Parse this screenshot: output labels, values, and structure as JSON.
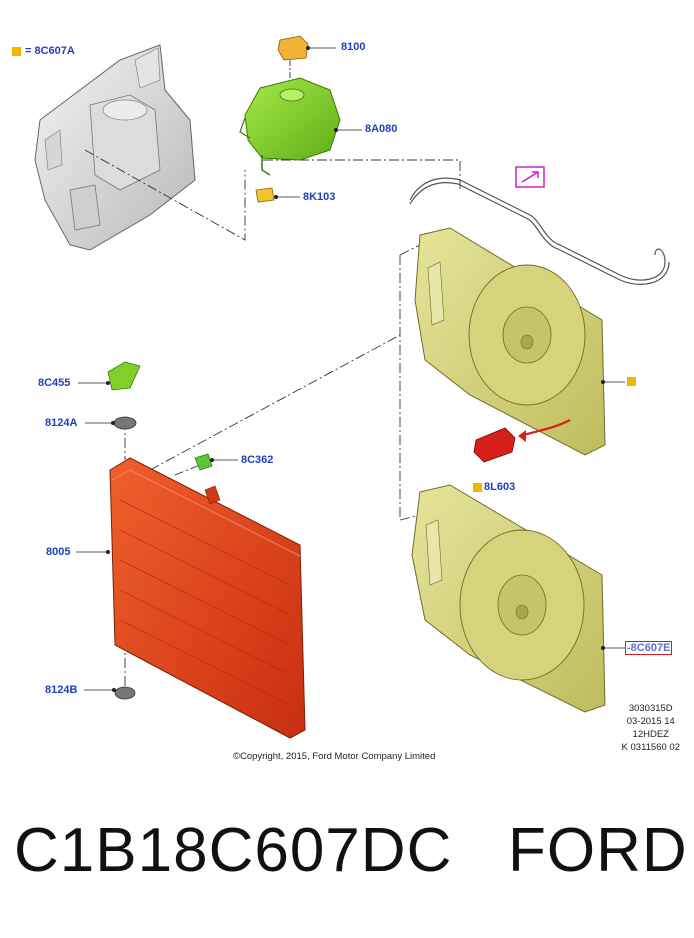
{
  "legend": {
    "symbol_color": "#f5b400",
    "text": "= 8C607A"
  },
  "parts": {
    "p8100": "8100",
    "p8A080": "8A080",
    "p8K103": "8K103",
    "p8C455": "8C455",
    "p8124A": "8124A",
    "p8C362": "8C362",
    "p8005": "8005",
    "p8124B": "8124B",
    "p8L603": "8L603",
    "p8C607E": "-8C607E"
  },
  "copyright": "©Copyright, 2015, Ford Motor Company Limited",
  "info": [
    "3030315D",
    "03-2015 14",
    "12HDEZ",
    "K 0311560 02"
  ],
  "caption": {
    "part_number": "C1B18C607DC",
    "brand": "FORD"
  },
  "colors": {
    "label": "#1f3fbf",
    "radiator": "#e0401c",
    "tank": "#7fd02a",
    "shroud": "#d8d67a",
    "highlight": "#d01c1c",
    "callout_box": "#d020c8",
    "marker": "#f5b400"
  }
}
